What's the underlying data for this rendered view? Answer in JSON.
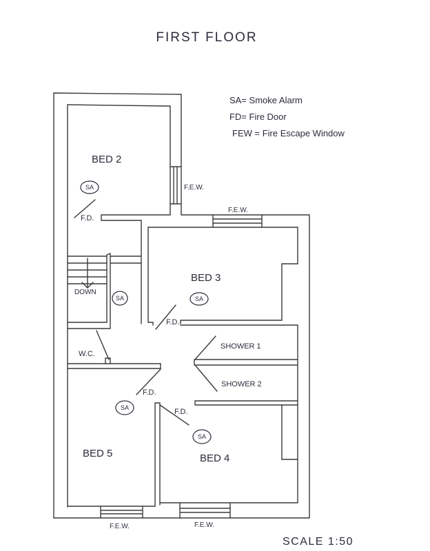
{
  "title": "FIRST FLOOR",
  "legend": {
    "sa": "SA= Smoke Alarm",
    "fd": "FD= Fire Door",
    "few": "FEW = Fire Escape Window"
  },
  "rooms": {
    "bed2": "BED 2",
    "bed3": "BED 3",
    "bed4": "BED 4",
    "bed5": "BED 5",
    "wc": "W.C.",
    "shower1": "SHOWER 1",
    "shower2": "SHOWER 2",
    "stairs": "DOWN"
  },
  "labels": {
    "sa": "SA",
    "fd": "F.D.",
    "few": "F.E.W."
  },
  "scale": "SCALE 1:50",
  "colors": {
    "ink": "#2b2b3a",
    "paper": "#ffffff"
  }
}
